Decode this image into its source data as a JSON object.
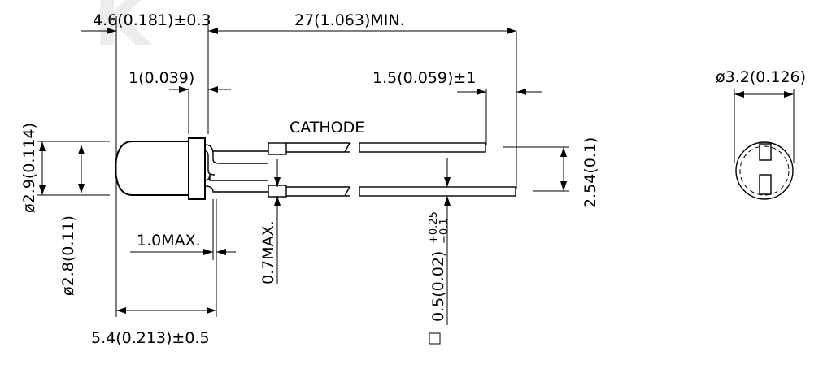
{
  "watermark": "K",
  "dims": {
    "top_left": "4.6(0.181)±0.3",
    "top_right": "27(1.063)MIN.",
    "flange": "1(0.039)",
    "lead_cut": "1.5(0.059)±1",
    "cathode": "CATHODE",
    "diameter_outer": "ø2.9(0.114)",
    "diameter_inner": "ø2.8(0.11)",
    "max_10": "1.0MAX.",
    "max_07": "0.7MAX.",
    "bottom": "5.4(0.213)±0.5",
    "lead_square_main": "0.5(0.02)",
    "lead_square_tol_plus": "+0.25",
    "lead_square_tol_minus": "−0.1",
    "pitch": "2.54(0.1)",
    "end_diameter": "ø3.2(0.126)"
  }
}
